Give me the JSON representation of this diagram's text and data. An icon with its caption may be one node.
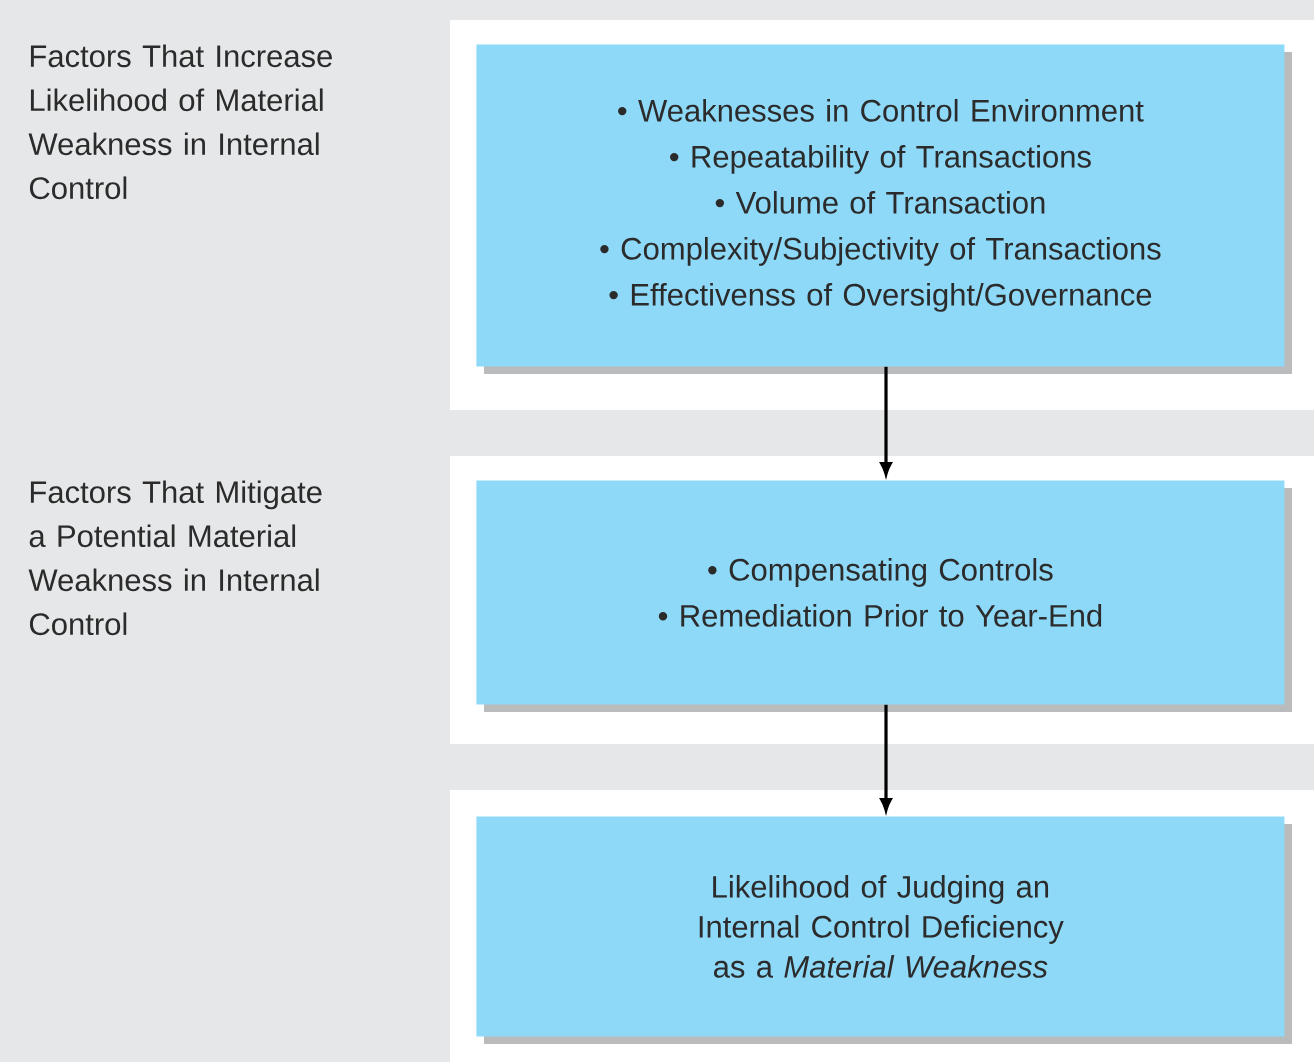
{
  "diagram": {
    "nodes": [
      {
        "text": [
          "• Weaknesses in Control Environment",
          "• Repeatability of Transactions",
          "• Volume of Transaction",
          "• Complexity/Subjectivity of Transactions",
          "• Effectivenss of Oversight/Governance"
        ]
      },
      {
        "text": [
          "• Compensating Controls",
          "• Remediation Prior to Year-End"
        ]
      },
      {
        "text": [
          "Likelihood of Judging an Internal Control Deficiency as a *Material Weakness*"
        ]
      }
    ],
    "edges": [
      {
        "from": 0,
        "to": 1,
        "arrow": "to"
      },
      {
        "from": 1,
        "to": 2,
        "arrow": "to"
      }
    ],
    "labels": [
      "Factors That Increase Likelihood of Material Weakness in Internal Control",
      "Factors That Mitigate a Potential Material Weakness in Internal Control"
    ]
  }
}
